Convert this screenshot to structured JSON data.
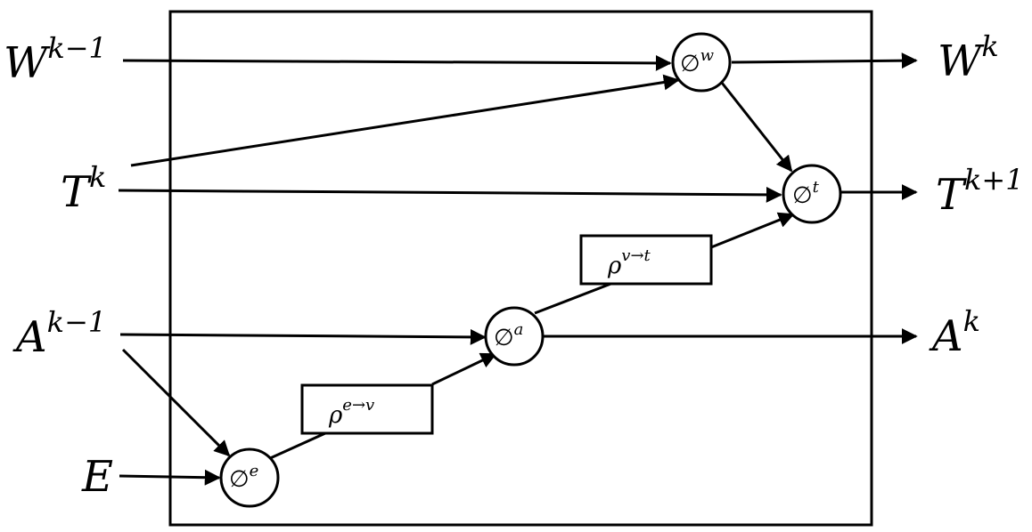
{
  "inputs": {
    "w": {
      "base": "W",
      "sup": "k−1"
    },
    "t": {
      "base": "T",
      "sup": "k"
    },
    "a": {
      "base": "A",
      "sup": "k−1"
    },
    "e": {
      "base": "E",
      "sup": ""
    }
  },
  "outputs": {
    "w": {
      "base": "W",
      "sup": "k"
    },
    "t": {
      "base": "T",
      "sup": "k+1"
    },
    "a": {
      "base": "A",
      "sup": "k"
    }
  },
  "nodes": {
    "phi_w": {
      "base": "∅",
      "sup": "w"
    },
    "phi_t": {
      "base": "∅",
      "sup": "t"
    },
    "phi_a": {
      "base": "∅",
      "sup": "a"
    },
    "phi_e": {
      "base": "∅",
      "sup": "e"
    }
  },
  "aggregators": {
    "rho_vt": {
      "base": "ρ",
      "sup": "v→t"
    },
    "rho_ev": {
      "base": "ρ",
      "sup": "e→v"
    }
  }
}
